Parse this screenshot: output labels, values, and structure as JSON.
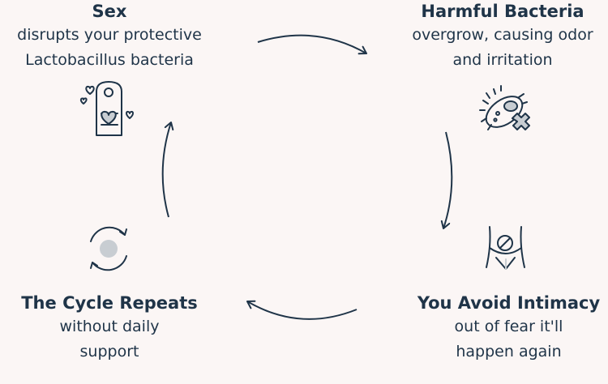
{
  "steps": {
    "sex": {
      "title": "Sex",
      "desc_line1": "disrupts your protective",
      "desc_line2": "Lactobacillus bacteria",
      "icon": "door-hanger-hearts-icon"
    },
    "harmful": {
      "title": "Harmful Bacteria",
      "desc_line1": "overgrow, causing odor",
      "desc_line2": "and irritation",
      "icon": "bacteria-cross-icon"
    },
    "avoid": {
      "title": "You Avoid Intimacy",
      "desc_line1": "out of fear it'll",
      "desc_line2": "happen again",
      "icon": "pelvis-no-symbol-icon"
    },
    "cycle": {
      "title": "The Cycle Repeats",
      "desc_line1": "without daily",
      "desc_line2": "support",
      "icon": "cycle-arrows-icon"
    }
  },
  "colors": {
    "background": "#fbf6f5",
    "ink": "#1f3448",
    "accent": "#c8cdd2"
  }
}
